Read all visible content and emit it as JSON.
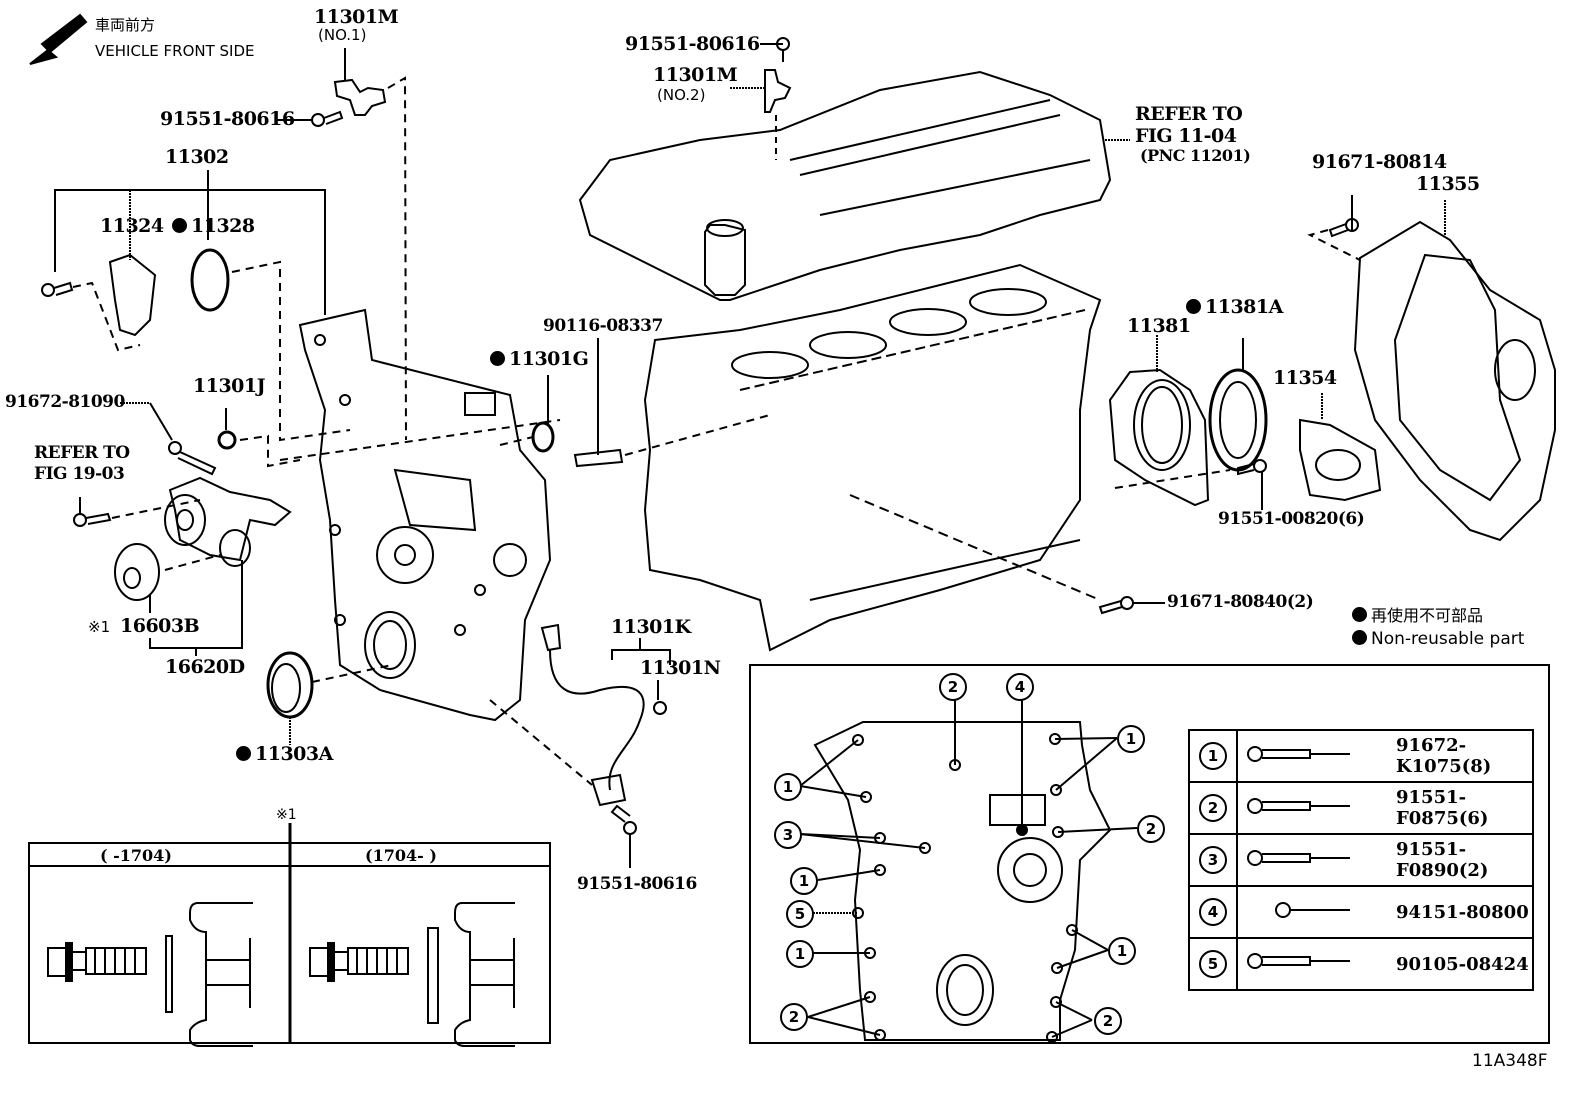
{
  "header": {
    "direction_jp": "車両前方",
    "direction_en": "VEHICLE FRONT SIDE"
  },
  "callouts": {
    "p11301M_1": "11301M",
    "p11301M_1_sub": "(NO.1)",
    "p91551_80616_a": "91551-80616",
    "p11302": "11302",
    "p11324": "11324",
    "p11328": "11328",
    "p91551_80616_b": "91551-80616",
    "p11301M_2": "11301M",
    "p11301M_2_sub": "(NO.2)",
    "refer_fig_11_04": [
      "REFER TO",
      "FIG 11-04",
      "(PNC 11201)"
    ],
    "p91671_80814": "91671-80814",
    "p11355": "11355",
    "p11381": "11381",
    "p11381A": "11381A",
    "p11354": "11354",
    "p91551_00820": "91551-00820(6)",
    "p91671_80840": "91671-80840(2)",
    "p90116_08337": "90116-08337",
    "p11301G": "11301G",
    "p91672_81090": "91672-81090",
    "p11301J": "11301J",
    "refer_fig_19_03": [
      "REFER TO",
      "FIG 19-03"
    ],
    "p16603B_mark": "※1",
    "p16603B": "16603B",
    "p16620D": "16620D",
    "p11303A": "11303A",
    "p11301K": "11301K",
    "p11301N": "11301N",
    "p91551_80616_c": "91551-80616"
  },
  "legend": {
    "non_reusable_jp": "再使用不可部品",
    "non_reusable_en": "Non-reusable part"
  },
  "inset_variants": {
    "marker": "※1",
    "columns": [
      "(      -1704)",
      "(1704-      )"
    ]
  },
  "bolt_table": {
    "rows": [
      {
        "index": "1",
        "part": "91672-K1075(8)"
      },
      {
        "index": "2",
        "part": "91551-F0875(6)"
      },
      {
        "index": "3",
        "part": "91551-F0890(2)"
      },
      {
        "index": "4",
        "part": "94151-80800"
      },
      {
        "index": "5",
        "part": "90105-08424"
      }
    ]
  },
  "bolt_map_markers": [
    "2",
    "4",
    "1",
    "1",
    "3",
    "2",
    "1",
    "5",
    "1",
    "1",
    "2",
    "2"
  ],
  "footer": {
    "figure_code": "11A348F"
  }
}
